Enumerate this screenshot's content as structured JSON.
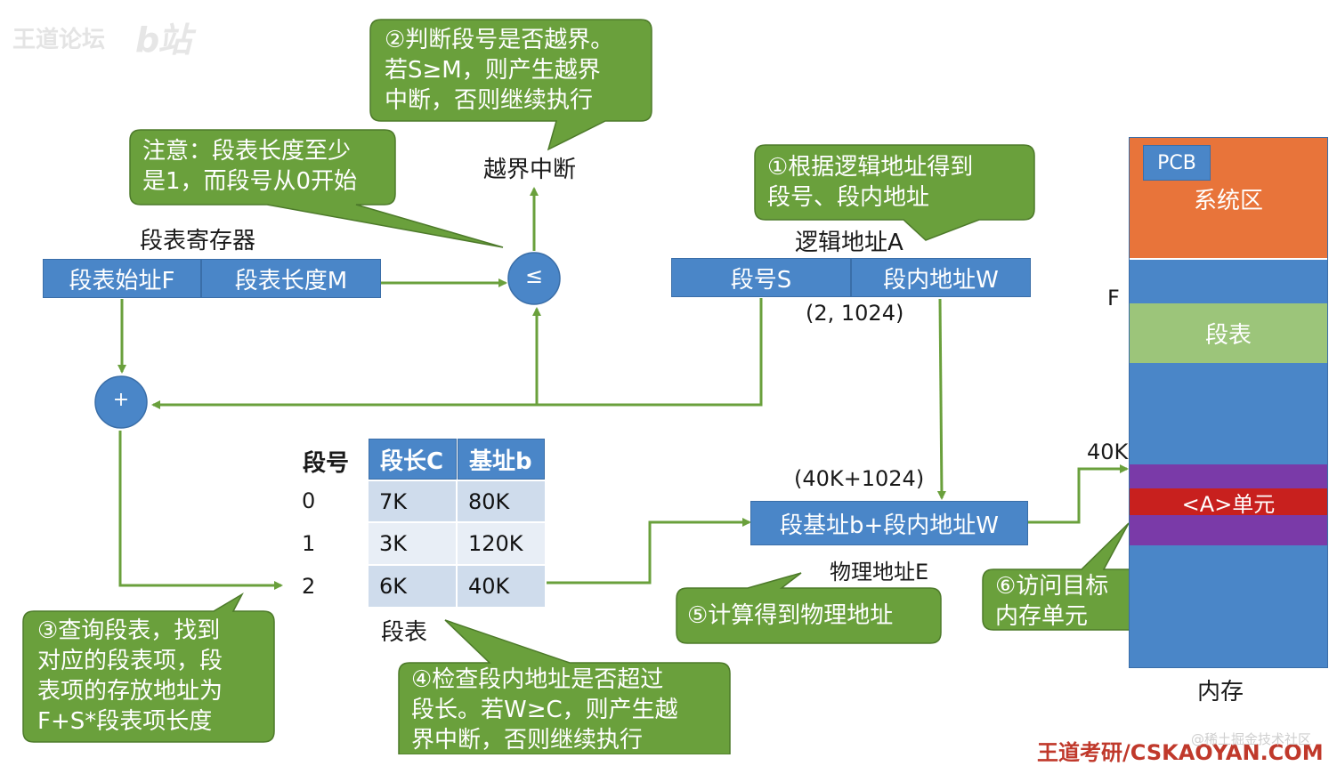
{
  "watermark": "王道论坛",
  "callouts": {
    "c2": "②判断段号是否越界。\n若S≥M，则产生越界\n中断，否则继续执行",
    "note": "注意：段表长度至少\n是1，而段号从0开始",
    "c1": "①根据逻辑地址得到\n段号、段内地址",
    "c3": "③查询段表，找到\n对应的段表项，段\n表项的存放地址为\nF+S*段表项长度",
    "c4": "④检查段内地址是否超过\n段长。若W≥C，则产生越\n界中断，否则继续执行",
    "c5": "⑤计算得到物理地址",
    "c6": "⑥访问目标\n内存单元"
  },
  "labels": {
    "interrupt": "越界中断",
    "register_title": "段表寄存器",
    "reg_start": "段表始址F",
    "reg_len": "段表长度M",
    "compare": "≤",
    "plus": "+",
    "logical_title": "逻辑地址A",
    "seg_no": "段号S",
    "seg_offset": "段内地址W",
    "logical_value": "(2, 1024)",
    "phys_value": "(40K+1024)",
    "phys_box": "段基址b+段内地址W",
    "phys_title": "物理地址E",
    "table_caption": "段表",
    "memory_caption": "内存",
    "F": "F",
    "40K": "40K"
  },
  "seg_table": {
    "header": [
      "段号",
      "段长C",
      "基址b"
    ],
    "rows": [
      {
        "no": "0",
        "len": "7K",
        "base": "80K"
      },
      {
        "no": "1",
        "len": "3K",
        "base": "120K"
      },
      {
        "no": "2",
        "len": "6K",
        "base": "40K"
      }
    ]
  },
  "memory": {
    "pcb": "PCB",
    "system": "系统区",
    "segtable": "段表",
    "unit": "<A>单元"
  },
  "footer": {
    "brand": "王道考研/CSKAOYAN.COM",
    "community": "@稀土掘金技术社区"
  },
  "colors": {
    "blue": "#4a86c8",
    "green_callout": "#6aa03c",
    "arrow_green": "#6aa03c",
    "system_orange": "#e8743a",
    "segtable_green": "#9cc57a",
    "purple": "#7a3aa8",
    "unit_red": "#c8201e"
  }
}
